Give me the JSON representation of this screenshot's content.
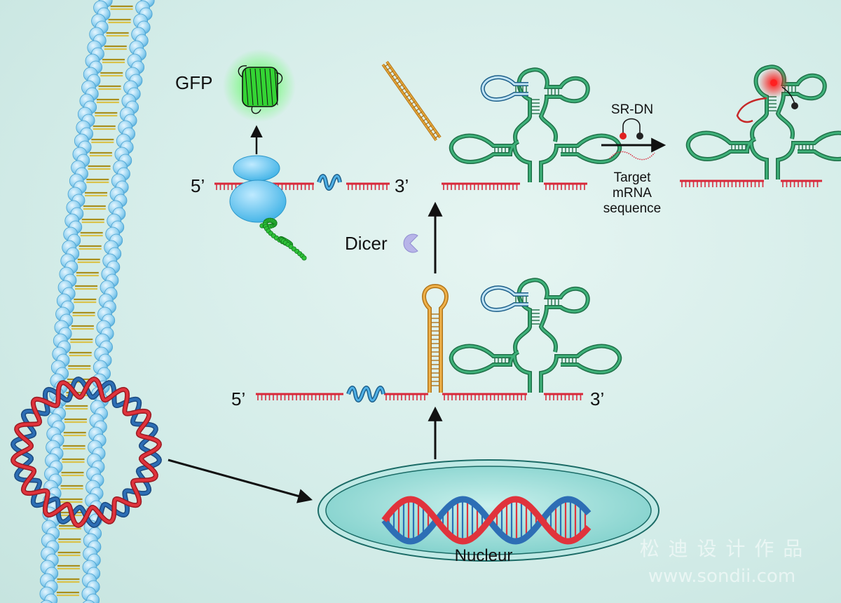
{
  "labels": {
    "gfp": "GFP",
    "five_prime_top": "5’",
    "three_prime_top": "3’",
    "five_prime_bottom": "5’",
    "three_prime_bottom": "3’",
    "dicer": "Dicer",
    "sr_dn": "SR-DN",
    "target_line1": "Target",
    "target_line2": "mRNA",
    "target_line3": "sequence",
    "nucleus": "Nucleur"
  },
  "watermark": {
    "line1": "松 迪 设 计 作 品",
    "line2": "www.sondii.com"
  },
  "colors": {
    "mrna": "#d8283a",
    "aptamer": "#2e9a63",
    "stem_loop": "#e8a838",
    "linker": "#2f8fc8",
    "gfp": "#3ee03e",
    "ribosome": "#55c3ee",
    "membrane_head": "#8fd0f0",
    "membrane_tail": "#d9c24a",
    "nucleus_fill": "#8fd8d4",
    "plasmid_red": "#e0333c",
    "plasmid_blue": "#2d6eb5"
  }
}
